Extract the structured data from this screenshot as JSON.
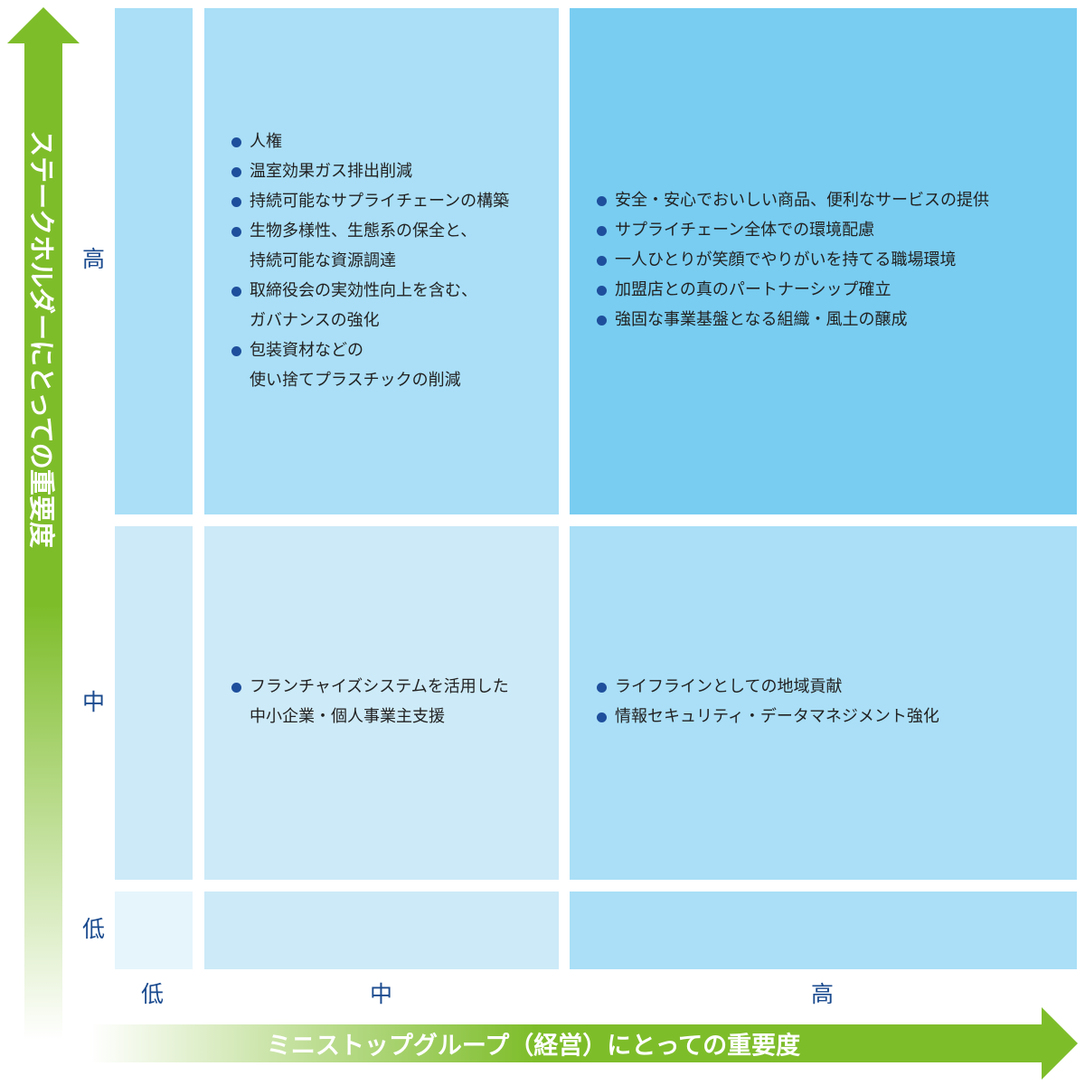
{
  "y_axis": {
    "title": "ステークホルダーにとっての重要度",
    "levels": {
      "high": "高",
      "mid": "中",
      "low": "低"
    }
  },
  "x_axis": {
    "title": "ミニストップグループ（経営）にとっての重要度",
    "levels": {
      "low": "低",
      "mid": "中",
      "high": "高"
    }
  },
  "colors": {
    "arrow_green": "#7ebd2a",
    "arrow_fade": "#ffffff",
    "cell_high_high": "#79cdf1",
    "cell_high_mid": "#aadff7",
    "cell_high_low": "#aadff7",
    "cell_mid_high": "#aadff7",
    "cell_mid_mid": "#cdeaf8",
    "cell_mid_low": "#cdeaf8",
    "cell_low_high": "#aadff7",
    "cell_low_mid": "#cdeaf8",
    "cell_low_low": "#e6f5fc",
    "bullet": "#1e4f9c",
    "level_text": "#1a4a8e"
  },
  "cells": {
    "high_mid": [
      [
        "人権"
      ],
      [
        "温室効果ガス排出削減"
      ],
      [
        "持続可能なサプライチェーンの構築"
      ],
      [
        "生物多様性、生態系の保全と、",
        "持続可能な資源調達"
      ],
      [
        "取締役会の実効性向上を含む、",
        "ガバナンスの強化"
      ],
      [
        "包装資材などの",
        "使い捨てプラスチックの削減"
      ]
    ],
    "high_high": [
      [
        "安全・安心でおいしい商品、便利なサービスの提供"
      ],
      [
        "サプライチェーン全体での環境配慮"
      ],
      [
        "一人ひとりが笑顔でやりがいを持てる職場環境"
      ],
      [
        "加盟店との真のパートナーシップ確立"
      ],
      [
        "強固な事業基盤となる組織・風土の醸成"
      ]
    ],
    "mid_mid": [
      [
        "フランチャイズシステムを活用した",
        "中小企業・個人事業主支援"
      ]
    ],
    "mid_high": [
      [
        "ライフラインとしての地域貢献"
      ],
      [
        "情報セキュリティ・データマネジメント強化"
      ]
    ]
  }
}
